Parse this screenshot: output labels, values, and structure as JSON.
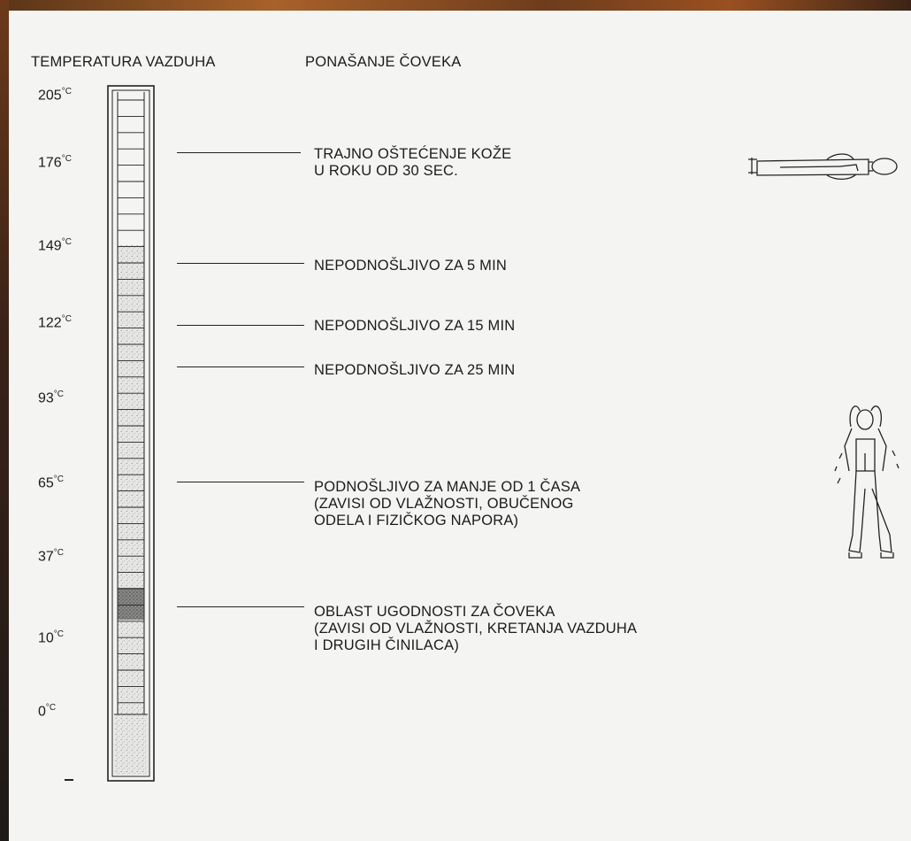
{
  "headers": {
    "left": "TEMPERATURA VAZDUHA",
    "right": "PONAŠANJE ČOVEKA"
  },
  "temperature_labels": [
    {
      "value": "205",
      "unit": "°C"
    },
    {
      "value": "176",
      "unit": "°C"
    },
    {
      "value": "149",
      "unit": "°C"
    },
    {
      "value": "122",
      "unit": "°C"
    },
    {
      "value": "93",
      "unit": "°C"
    },
    {
      "value": "65",
      "unit": "°C"
    },
    {
      "value": "37",
      "unit": "°C"
    },
    {
      "value": "10",
      "unit": "°C"
    },
    {
      "value": "0",
      "unit": "°C"
    }
  ],
  "bottom_mark": "-",
  "effects": [
    {
      "text": "TRAJNO OŠTEĆENJE KOŽE\nU ROKU OD 30 SEC."
    },
    {
      "text": "NEPODNOŠLJIVO ZA 5 MIN"
    },
    {
      "text": "NEPODNOŠLJIVO ZA 15 MIN"
    },
    {
      "text": "NEPODNOŠLJIVO ZA 25 MIN"
    },
    {
      "text": "PODNOŠLJIVO ZA MANJE OD 1 ČASA\n(ZAVISI OD VLAŽNOSTI, OBUČENOG\nODELA I FIZIČKOG NAPORA)"
    },
    {
      "text": "OBLAST UGODNOSTI ZA ČOVEKA\n(ZAVISI OD VLAŽNOSTI, KRETANJA VAZDUHA\nI DRUGIH ČINILACA)"
    }
  ],
  "icons": [
    "lying-person-icon",
    "distressed-person-icon"
  ]
}
